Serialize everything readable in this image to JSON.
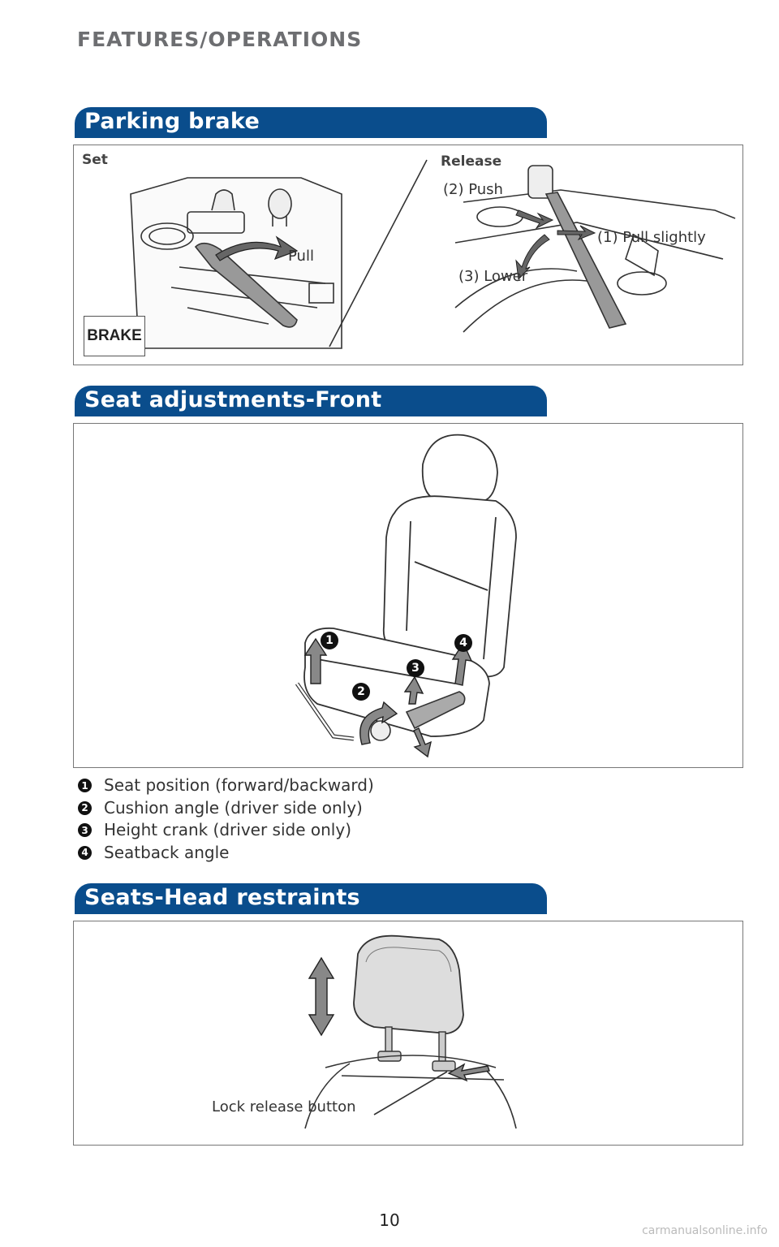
{
  "header": {
    "section_title": "FEATURES/OPERATIONS"
  },
  "parking_brake": {
    "title": "Parking brake",
    "set_label": "Set",
    "release_label": "Release",
    "pull_label": "Pull",
    "brake_indicator": "BRAKE",
    "steps": {
      "push": "(2) Push",
      "pull_slightly": "(1) Pull slightly",
      "lower": "(3) Lower"
    }
  },
  "seat_front": {
    "title": "Seat adjustments-Front",
    "badges": [
      "1",
      "2",
      "3",
      "4"
    ],
    "legend": [
      {
        "num": "1",
        "text": "Seat position (forward/backward)"
      },
      {
        "num": "2",
        "text": "Cushion angle (driver side only)"
      },
      {
        "num": "3",
        "text": "Height crank (driver side only)"
      },
      {
        "num": "4",
        "text": "Seatback angle"
      }
    ]
  },
  "head_restraints": {
    "title": "Seats-Head restraints",
    "lock_label": "Lock release button"
  },
  "footer": {
    "page_number": "10",
    "watermark": "carmanualsonline.info"
  }
}
